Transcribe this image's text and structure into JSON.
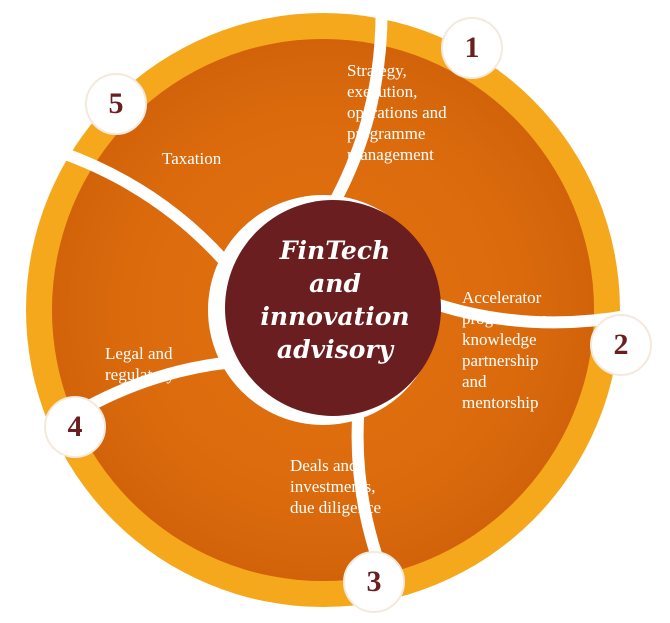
{
  "center": {
    "lines": [
      "FinTech",
      "and",
      "innovation",
      "advisory"
    ]
  },
  "segments": [
    {
      "number": "1",
      "lines": [
        "Strategy,",
        "execution,",
        "operations and",
        "programme",
        "management"
      ]
    },
    {
      "number": "2",
      "lines": [
        "Accelerator",
        "programmes –",
        "knowledge",
        "partnership",
        "and",
        "mentorship"
      ]
    },
    {
      "number": "3",
      "lines": [
        "Deals and",
        "investments,",
        "due diligence"
      ]
    },
    {
      "number": "4",
      "lines": [
        "Legal and",
        "regulatory"
      ]
    },
    {
      "number": "5",
      "lines": [
        "Taxation"
      ]
    }
  ],
  "colors": {
    "ring": "#f6a81c",
    "segment": "#de6d0e",
    "segment_edge": "#c85a06",
    "center": "#6b1e20",
    "number_text": "#6b1e20",
    "divider": "#ffffff"
  }
}
